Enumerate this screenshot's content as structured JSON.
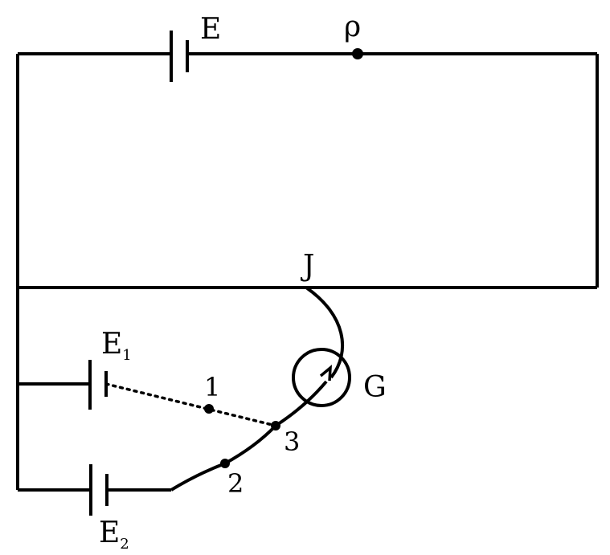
{
  "labels": {
    "battery_main": "E",
    "rho": "ρ",
    "jockey": "J",
    "galvanometer": "G",
    "cell1_base": "E",
    "cell1_sub": "1",
    "cell2_base": "E",
    "cell2_sub": "2",
    "terminal1": "1",
    "terminal2": "2",
    "terminal3": "3"
  }
}
